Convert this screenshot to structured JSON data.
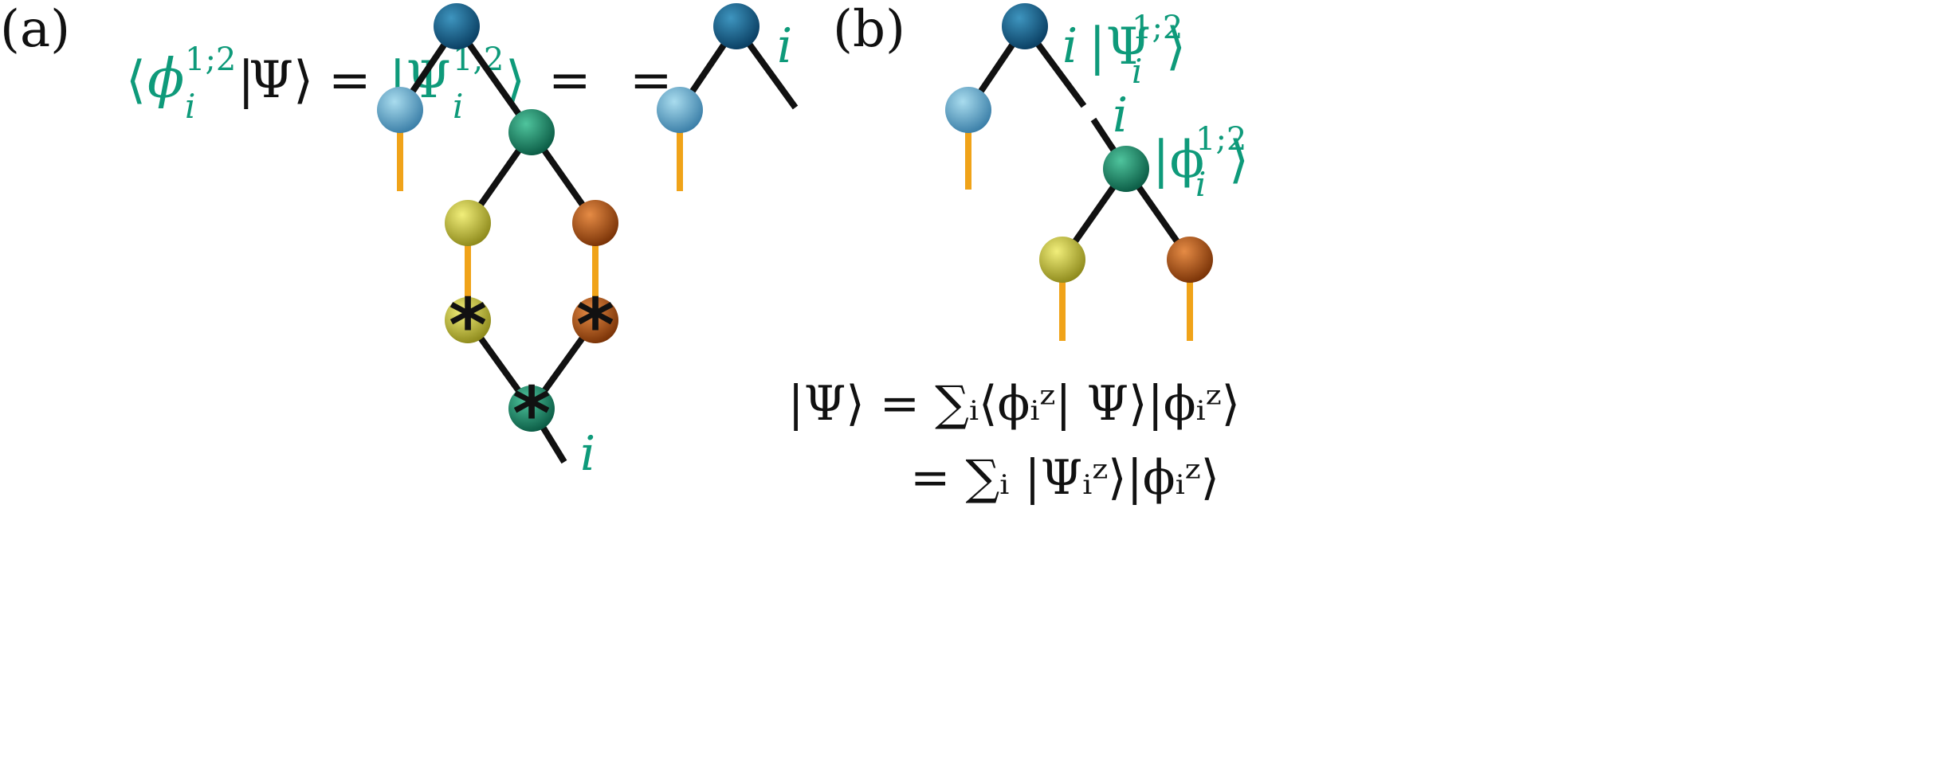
{
  "panel_a": {
    "label": "(a)",
    "eq_bra_open": "⟨",
    "eq_phi": "ϕ",
    "eq_phi_sup": "1;2",
    "eq_phi_sub": "i",
    "eq_bra_mid": "|",
    "eq_psi": " Ψ⟩",
    "eq_equals1": "=",
    "eq_ket_open": "|Ψ",
    "eq_ket_sup": "1;2",
    "eq_ket_sub": "i",
    "eq_ket_close": "⟩",
    "eq_equals2": "=",
    "eq_equals3": "=",
    "index_bottom": "i",
    "index_right": "i",
    "conj_symbol": "*"
  },
  "panel_b": {
    "label": "(b)",
    "index_top": "i",
    "psi_ket_open": "|Ψ",
    "psi_sup": "1;2",
    "psi_sub": "i",
    "psi_ket_close": "⟩",
    "index_mid": "i",
    "phi_ket_open": "|ϕ",
    "phi_sup": "1;2",
    "phi_sub": "i",
    "phi_ket_close": "⟩",
    "formula_line1": "|Ψ⟩ = ∑ᵢ⟨ϕᵢᶻ| Ψ⟩|ϕᵢᶻ⟩",
    "formula_line2": "= ∑ᵢ |Ψᵢᶻ⟩|ϕᵢᶻ⟩"
  },
  "colors": {
    "dark_blue": "#0d5f8a",
    "light_blue": "#5aa9cf",
    "teal": "#14896b",
    "yellow": "#c9c236",
    "orange": "#b7560f",
    "leg": "#f0a319",
    "bond": "#111111",
    "label_green": "#0e9a7a"
  }
}
